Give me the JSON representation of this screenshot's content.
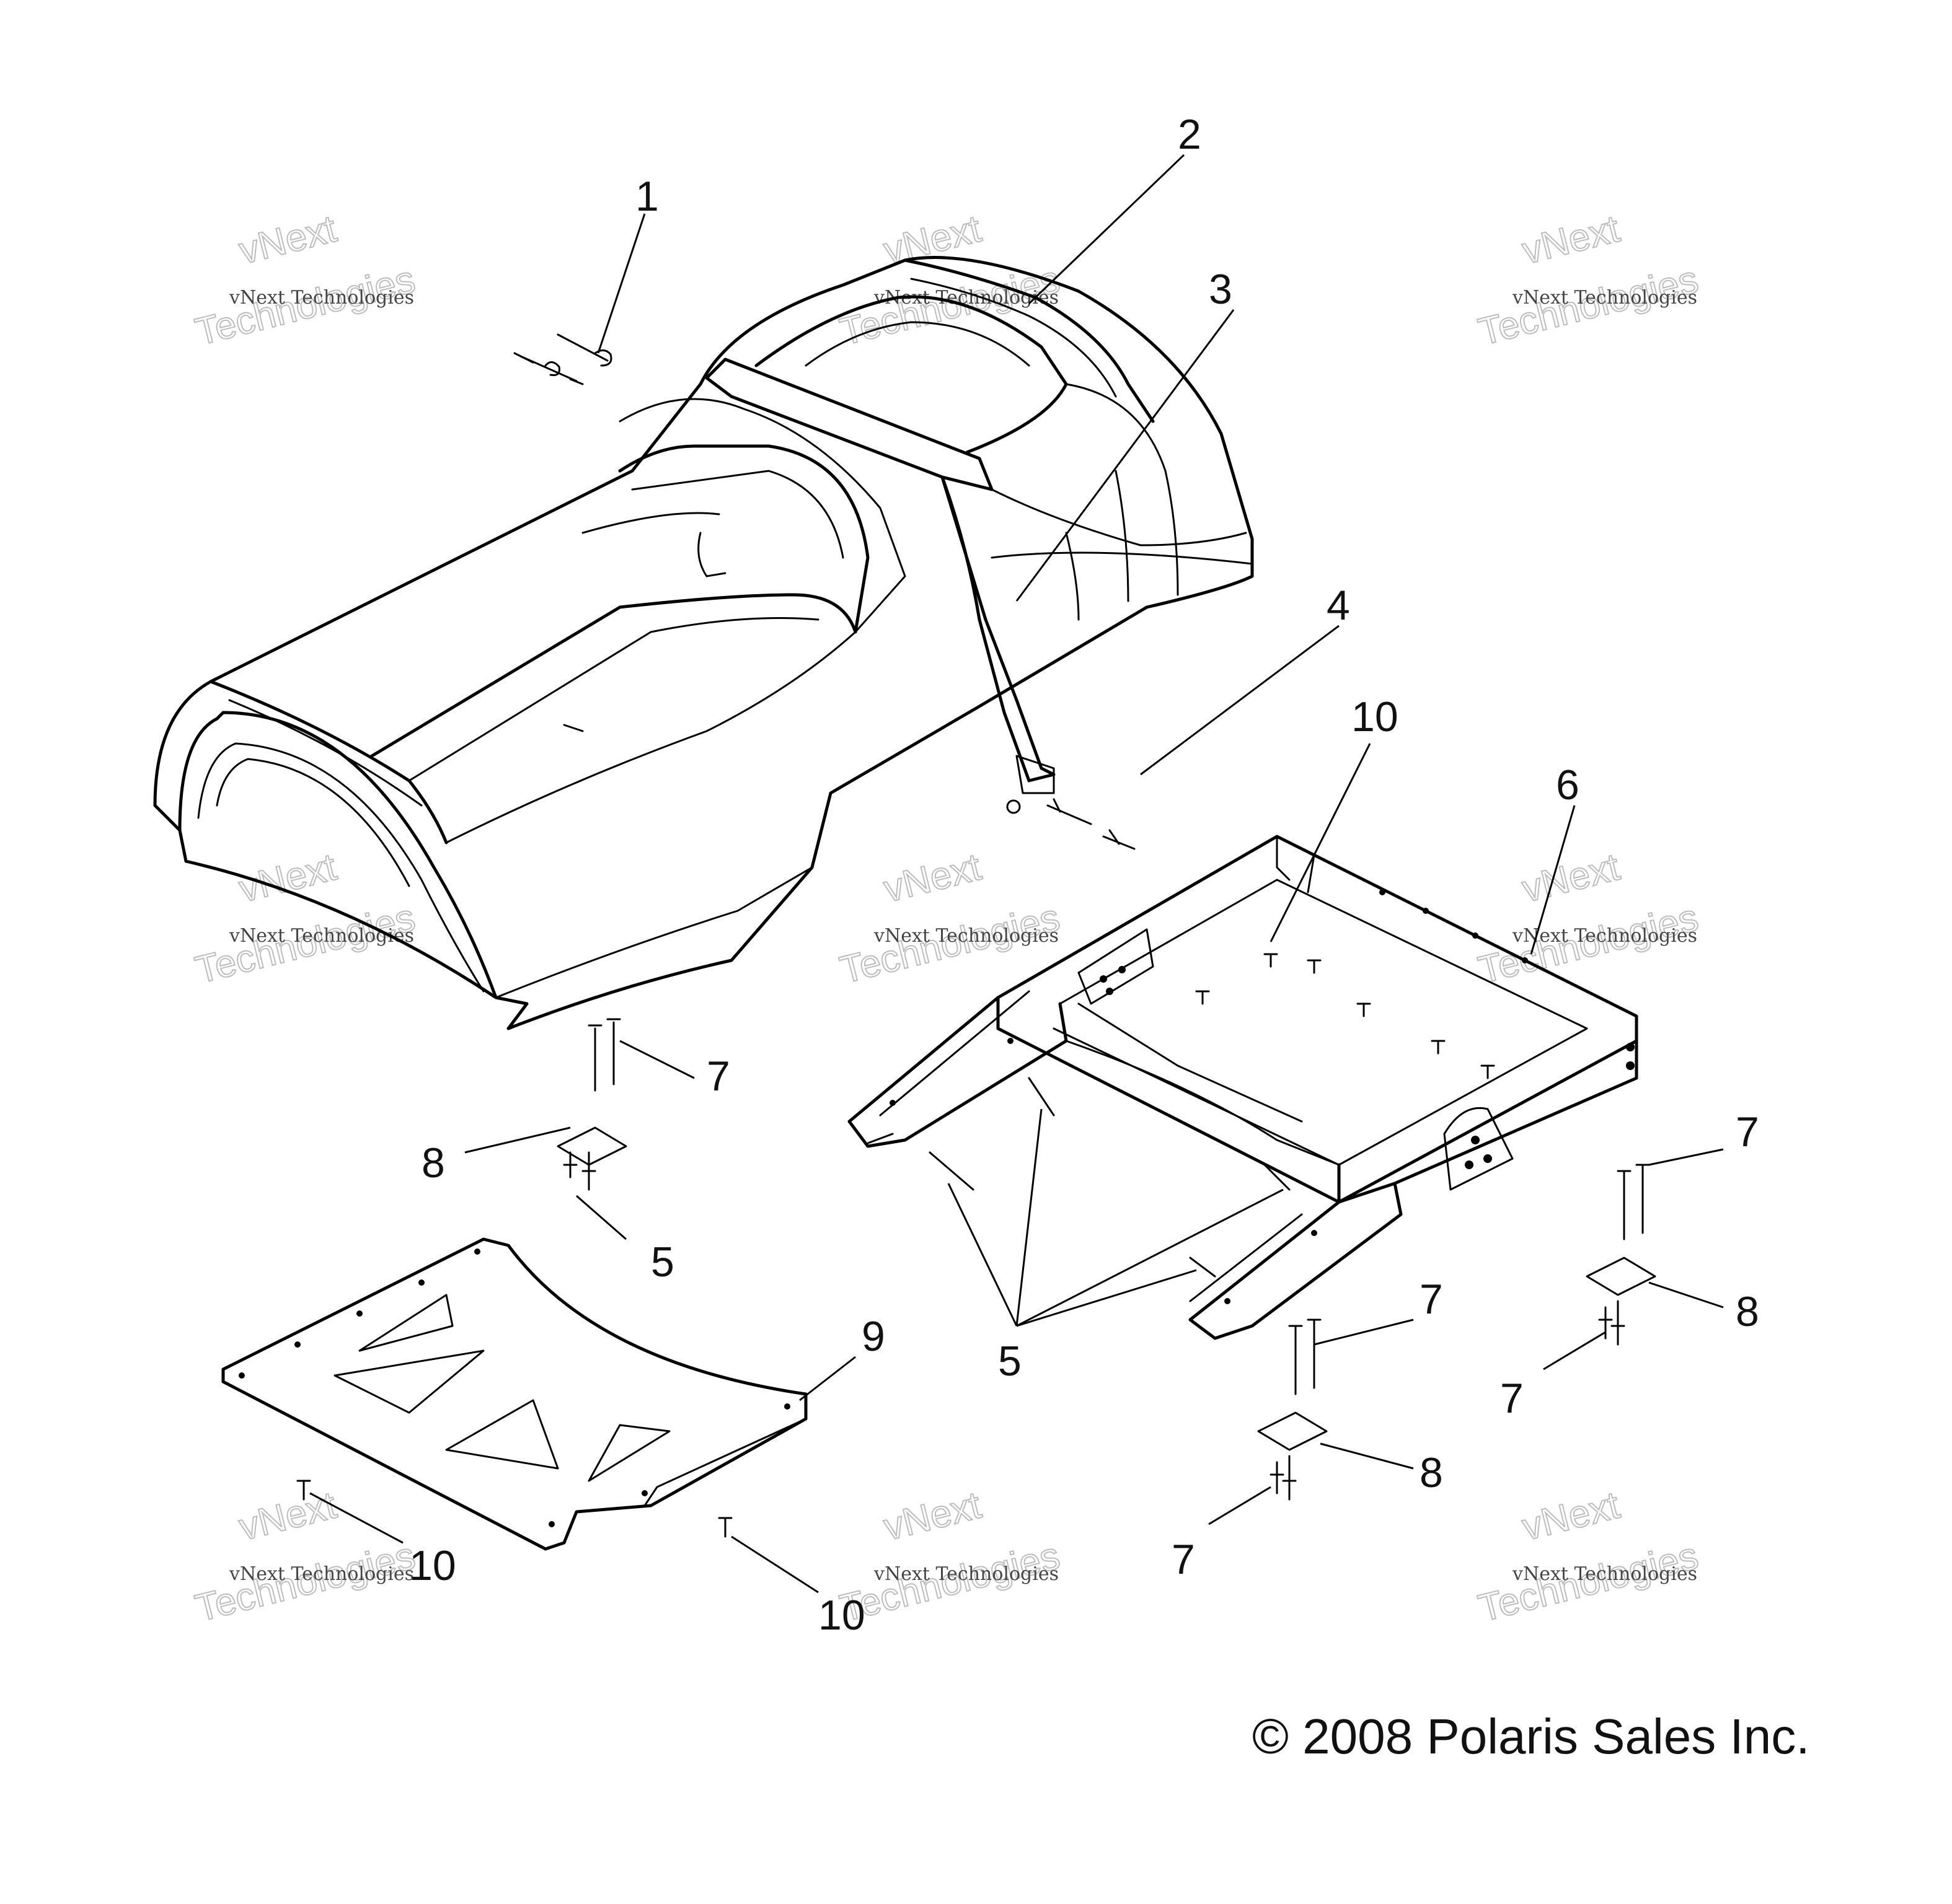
{
  "callouts": [
    {
      "id": "c1",
      "label": "1"
    },
    {
      "id": "c2",
      "label": "2"
    },
    {
      "id": "c3",
      "label": "3"
    },
    {
      "id": "c4",
      "label": "4"
    },
    {
      "id": "c10a",
      "label": "10"
    },
    {
      "id": "c6",
      "label": "6"
    },
    {
      "id": "c7a",
      "label": "7"
    },
    {
      "id": "c8a",
      "label": "8"
    },
    {
      "id": "c5a",
      "label": "5"
    },
    {
      "id": "c9",
      "label": "9"
    },
    {
      "id": "c5b",
      "label": "5"
    },
    {
      "id": "c7b",
      "label": "7"
    },
    {
      "id": "c7c",
      "label": "7"
    },
    {
      "id": "c8b",
      "label": "8"
    },
    {
      "id": "c7d",
      "label": "7"
    },
    {
      "id": "c8c",
      "label": "8"
    },
    {
      "id": "c7e",
      "label": "7"
    },
    {
      "id": "c10b",
      "label": "10"
    },
    {
      "id": "c10c",
      "label": "10"
    }
  ],
  "watermark": {
    "line1": "vNext Technologies",
    "line2": "vNext",
    "line3": "Technologies"
  },
  "copyright": "© 2008 Polaris Sales Inc."
}
